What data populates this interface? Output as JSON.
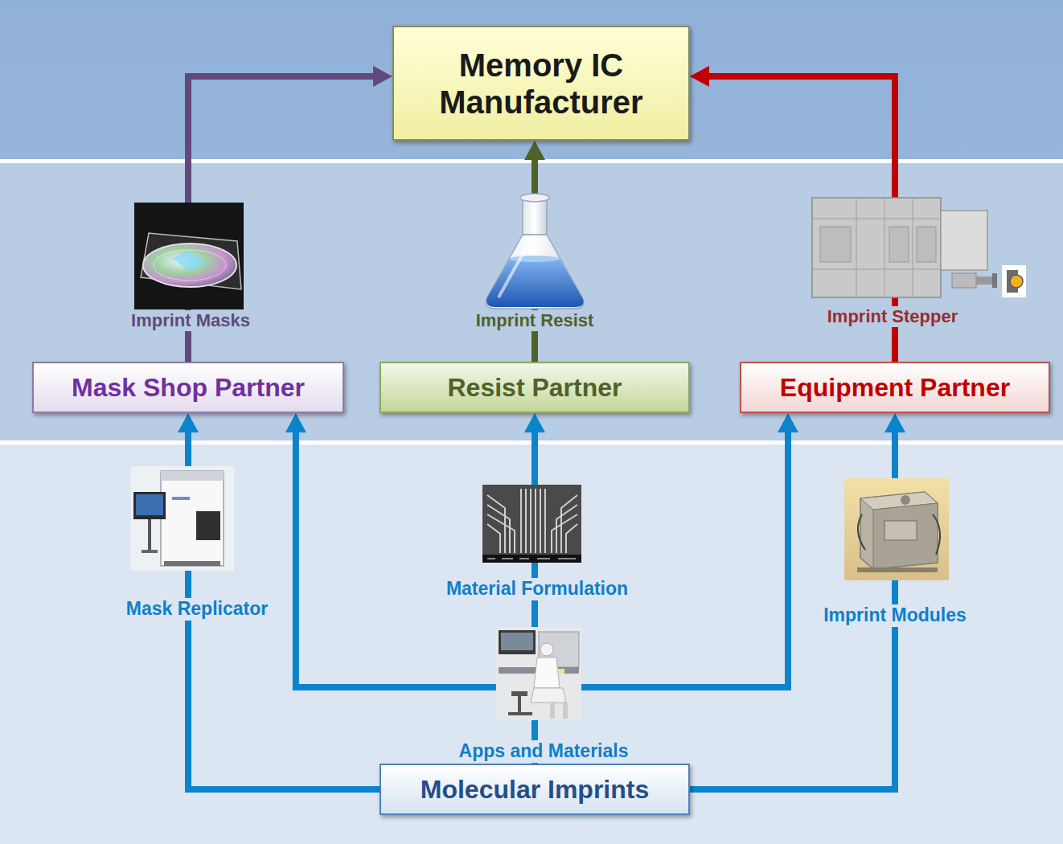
{
  "diagram": {
    "nodes": [
      {
        "text": [
          "Memory IC Manufacturer"
        ]
      },
      {
        "text": [
          "Mask Shop Partner"
        ]
      },
      {
        "text": [
          "Resist Partner"
        ]
      },
      {
        "text": [
          "Equipment Partner"
        ]
      },
      {
        "text": [
          "Molecular Imprints"
        ]
      }
    ],
    "edges": [
      {
        "from": 1,
        "to": 0,
        "arrow": "to"
      },
      {
        "from": 2,
        "to": 0,
        "arrow": "to"
      },
      {
        "from": 3,
        "to": 0,
        "arrow": "to"
      },
      {
        "from": 4,
        "to": 1,
        "arrow": "to"
      },
      {
        "from": 4,
        "to": 1,
        "arrow": "to"
      },
      {
        "from": 4,
        "to": 2,
        "arrow": "to"
      },
      {
        "from": 4,
        "to": 3,
        "arrow": "to"
      },
      {
        "from": 4,
        "to": 3,
        "arrow": "to"
      }
    ],
    "labels": [
      "Imprint Masks",
      "Imprint Resist",
      "Imprint Stepper",
      "Mask Replicator",
      "Material Formulation",
      "Apps and Materials",
      "Imprint Modules"
    ]
  }
}
